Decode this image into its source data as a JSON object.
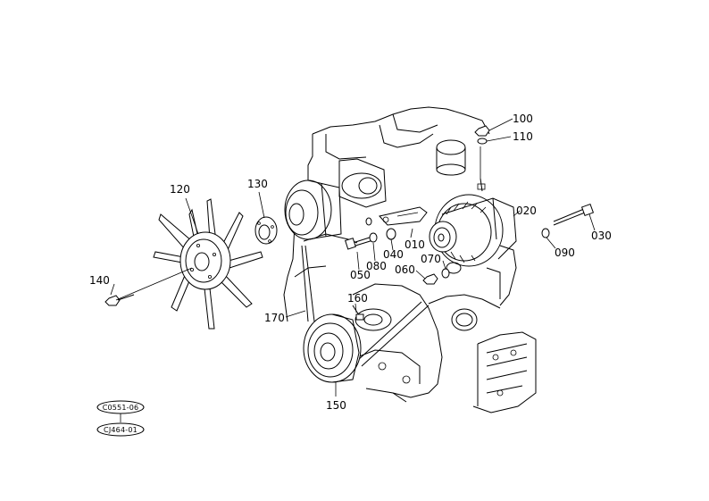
{
  "parts": [
    {
      "id": "p100",
      "label": "100"
    },
    {
      "id": "p110",
      "label": "110"
    },
    {
      "id": "p020",
      "label": "020"
    },
    {
      "id": "p030",
      "label": "030"
    },
    {
      "id": "p090",
      "label": "090"
    },
    {
      "id": "p120",
      "label": "120"
    },
    {
      "id": "p130",
      "label": "130"
    },
    {
      "id": "p010",
      "label": "010"
    },
    {
      "id": "p040",
      "label": "040"
    },
    {
      "id": "p050",
      "label": "050"
    },
    {
      "id": "p080",
      "label": "080"
    },
    {
      "id": "p060",
      "label": "060"
    },
    {
      "id": "p070",
      "label": "070"
    },
    {
      "id": "p140",
      "label": "140"
    },
    {
      "id": "p160",
      "label": "160"
    },
    {
      "id": "p170",
      "label": "170"
    },
    {
      "id": "p150",
      "label": "150"
    }
  ],
  "references": [
    "C0551-06",
    "CJ464-01"
  ]
}
